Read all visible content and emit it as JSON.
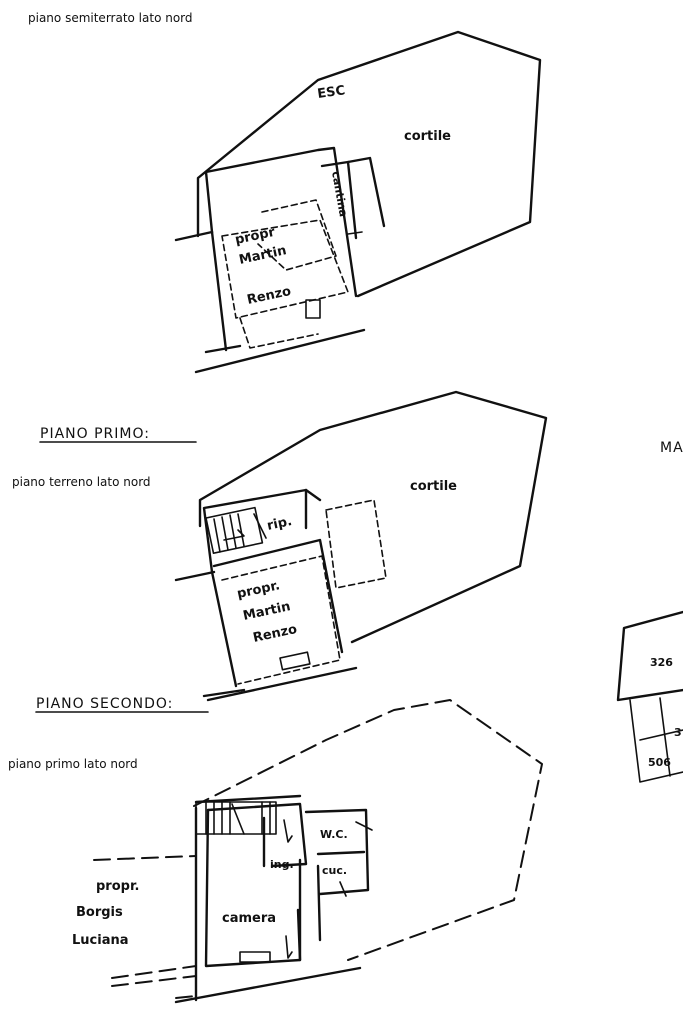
{
  "plans": [
    {
      "subtitle": "piano semiterrato lato nord",
      "labels": {
        "exit": "ESC",
        "courtyard": "cortile",
        "cellar": "cantina",
        "owner_line1": "propr",
        "owner_line2": "Martin",
        "owner_line3": "Renzo"
      }
    },
    {
      "title": "PIANO PRIMO:",
      "subtitle": "piano terreno lato nord",
      "labels": {
        "courtyard": "cortile",
        "storage": "rip.",
        "owner_line1": "propr.",
        "owner_line2": "Martin",
        "owner_line3": "Renzo"
      }
    },
    {
      "title": "PIANO SECONDO:",
      "subtitle": "piano primo lato nord",
      "labels": {
        "wc": "W.C.",
        "entrance": "ing.",
        "kitchen": "cuc.",
        "bedroom": "camera",
        "neighbour_line1": "propr.",
        "neighbour_line2": "Borgis",
        "neighbour_line3": "Luciana"
      }
    }
  ],
  "side_map": {
    "heading_fragment": "MA",
    "parcels": [
      "326",
      "3",
      "506"
    ]
  }
}
